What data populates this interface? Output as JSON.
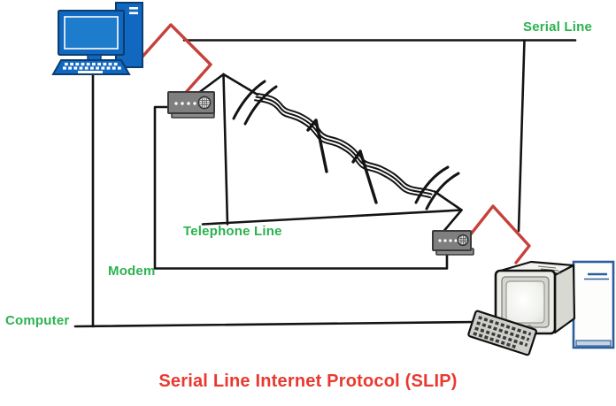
{
  "diagram": {
    "title": "Serial Line Internet Protocol (SLIP)",
    "labels": {
      "serial_line": "Serial Line",
      "telephone_line": "Telephone Line",
      "modem": "Modem",
      "computer": "Computer"
    },
    "icons": [
      {
        "name": "desktop-computer-blue-icon",
        "meaning": "computer (left endpoint)"
      },
      {
        "name": "modem-icon-left",
        "meaning": "modem near left computer"
      },
      {
        "name": "telephone-wire-icon",
        "meaning": "telephone line with poles"
      },
      {
        "name": "modem-icon-right",
        "meaning": "modem near right computer"
      },
      {
        "name": "desktop-computer-crt-icon",
        "meaning": "computer (right endpoint)"
      }
    ],
    "colors": {
      "label_green": "#2ab34f",
      "title_red": "#e9392f",
      "serial_link_red": "#c6413c",
      "line_black": "#141414",
      "computer_blue": "#1168c0"
    }
  }
}
